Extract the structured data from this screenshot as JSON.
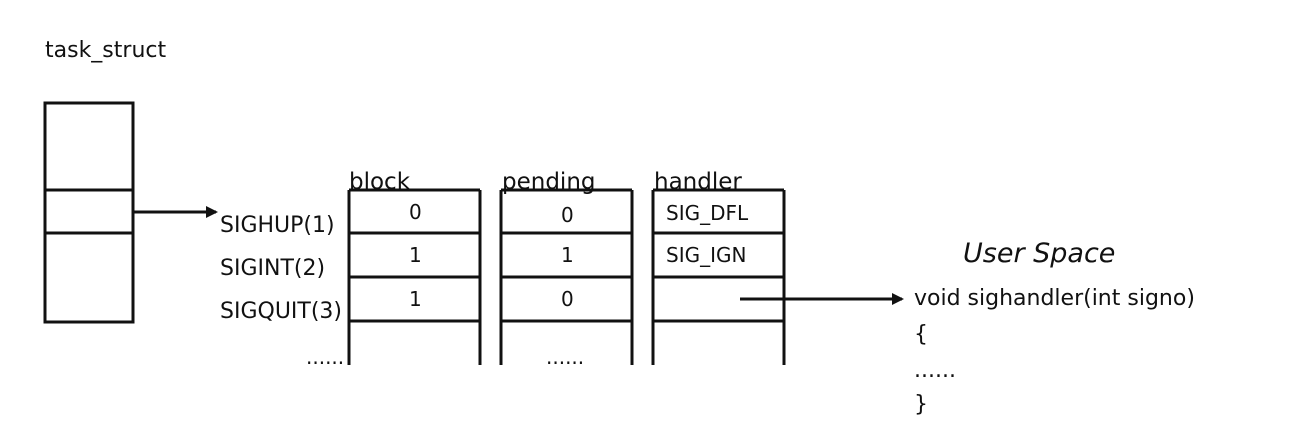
{
  "title": "task_struct",
  "columns": {
    "block": "block",
    "pending": "pending",
    "handler": "handler"
  },
  "signals": [
    "SIGHUP(1)",
    "SIGINT(2)",
    "SIGQUIT(3)",
    "......"
  ],
  "block_values": [
    "0",
    "1",
    "1"
  ],
  "pending_values": [
    "0",
    "1",
    "0",
    "......"
  ],
  "handler_values": [
    "SIG_DFL",
    "SIG_IGN",
    ""
  ],
  "user_space": {
    "label": "User Space",
    "code": [
      "void sighandler(int signo)",
      "{",
      "......",
      "}"
    ]
  }
}
